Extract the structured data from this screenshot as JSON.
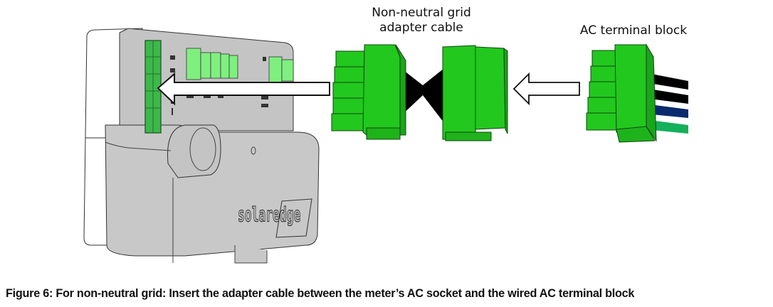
{
  "figure": {
    "labels": {
      "adapter_line1": "Non-neutral grid",
      "adapter_line2": "adapter cable",
      "terminal_block": "AC terminal block"
    },
    "logo_text": "solaredge",
    "caption": "Figure 6: For non-neutral grid: Insert the adapter cable between the meter’s AC socket and the wired AC terminal block",
    "components": [
      "meter-device",
      "adapter-cable",
      "ac-terminal-block"
    ],
    "wire_colors": [
      "#000000",
      "#000000",
      "#0a2a6e",
      "#14b05a"
    ],
    "colors": {
      "connector_green": "#22c81e",
      "device_gray": "#c6c6c6",
      "cable_black": "#000000"
    }
  }
}
